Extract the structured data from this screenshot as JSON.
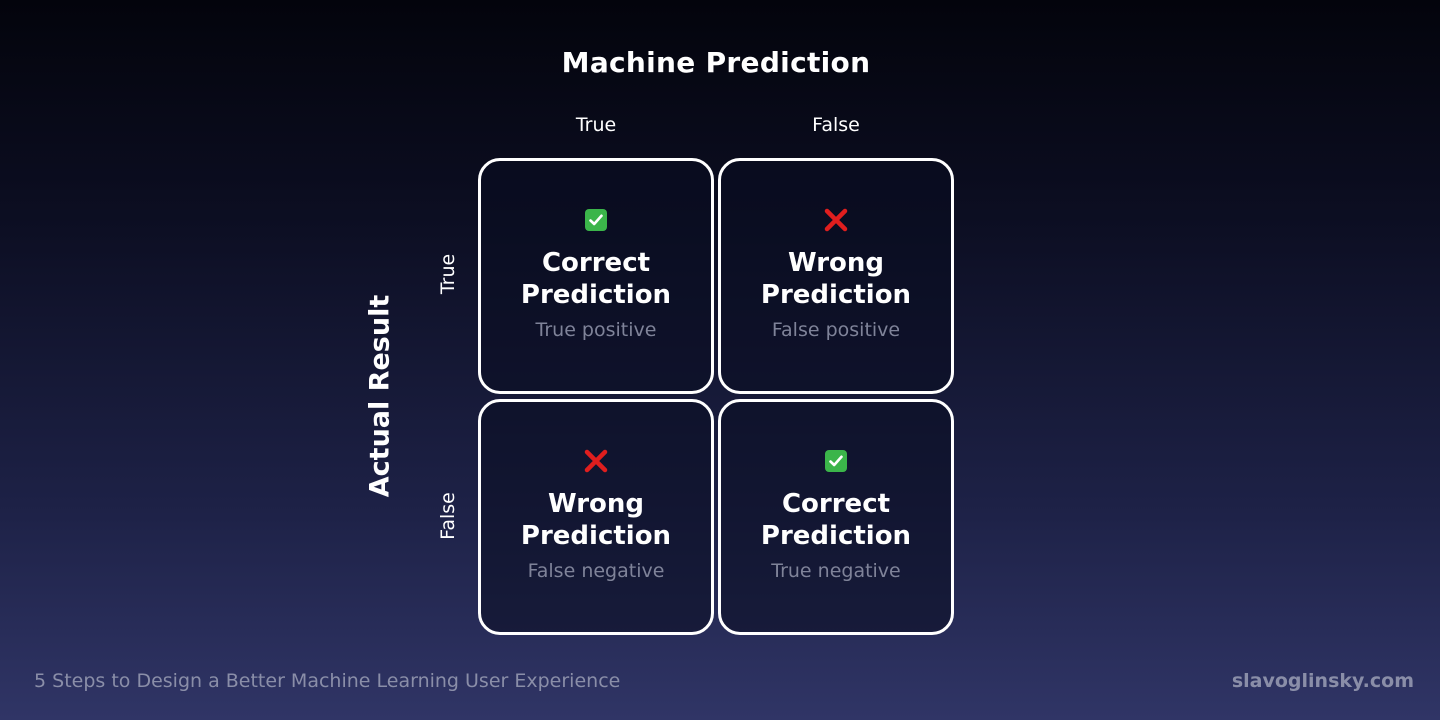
{
  "column_axis": {
    "title": "Machine Prediction",
    "labels": [
      "True",
      "False"
    ]
  },
  "row_axis": {
    "title": "Actual Result",
    "labels": [
      "True",
      "False"
    ]
  },
  "cells": [
    {
      "icon": "check-icon",
      "title_line1": "Correct",
      "title_line2": "Prediction",
      "subtitle": "True positive"
    },
    {
      "icon": "cross-icon",
      "title_line1": "Wrong",
      "title_line2": "Prediction",
      "subtitle": "False positive"
    },
    {
      "icon": "cross-icon",
      "title_line1": "Wrong",
      "title_line2": "Prediction",
      "subtitle": "False negative"
    },
    {
      "icon": "check-icon",
      "title_line1": "Correct",
      "title_line2": "Prediction",
      "subtitle": "True negative"
    }
  ],
  "colors": {
    "check": "#3bb54a",
    "cross": "#e01e1e",
    "border": "#ffffff",
    "subtitle": "#7f8399"
  },
  "footer": {
    "caption": "5 Steps to Design a Better Machine Learning User Experience",
    "site": "slavoglinsky.com"
  }
}
